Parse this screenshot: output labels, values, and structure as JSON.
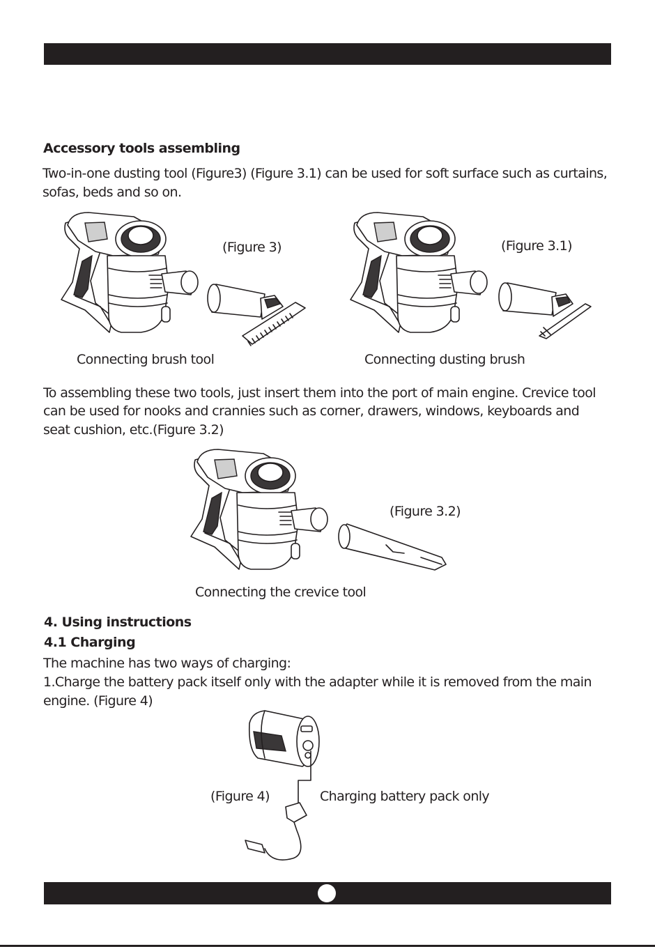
{
  "section_accessory": {
    "heading": "Accessory tools assembling",
    "intro_line1": "Two-in-one dusting tool (Figure3) (Figure 3.1) can be used for soft surface such as curtains,",
    "intro_line2": "sofas, beds and so on."
  },
  "figures": {
    "fig3_label": "(Figure 3)",
    "fig3_caption": "Connecting brush tool",
    "fig31_label": "(Figure 3.1)",
    "fig31_caption": "Connecting dusting brush",
    "fig32_label": "(Figure 3.2)",
    "fig32_caption": "Connecting the crevice tool",
    "fig4_label": "(Figure 4)",
    "fig4_caption": "Charging battery pack only"
  },
  "assembly_text": {
    "line1": "To assembling these two tools, just insert them into the port of main engine. Crevice tool",
    "line2": "can be used for nooks and crannies such as corner, drawers, windows, keyboards and",
    "line3": "seat  cushion, etc.(Figure 3.2)"
  },
  "section_using": {
    "heading": "4. Using instructions",
    "subheading": "4.1 Charging",
    "line1": "The machine has two ways of charging:",
    "line2": "1.Charge the battery pack itself only with the adapter while it is removed from the main",
    "line3": "engine. (Figure 4)"
  },
  "colors": {
    "bar": "#231f20",
    "text": "#231f20",
    "page": "#ffffff"
  },
  "icons": {
    "vacuum": "handheld-vacuum-illustration",
    "brush": "brush-tool-illustration",
    "dusting": "dusting-brush-illustration",
    "crevice": "crevice-tool-illustration",
    "battery": "battery-pack-illustration",
    "adapter": "charging-adapter-illustration"
  }
}
